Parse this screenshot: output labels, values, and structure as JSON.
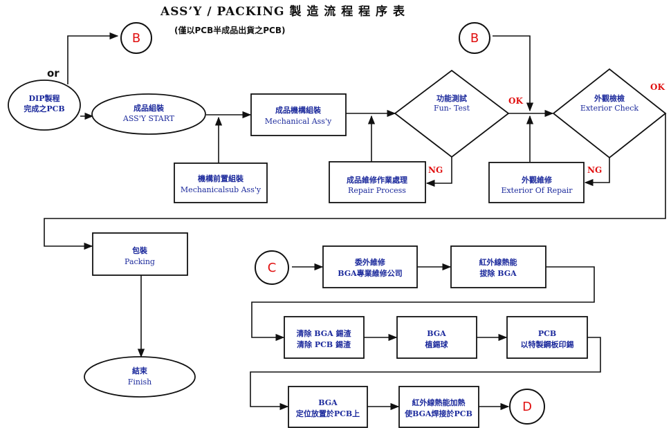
{
  "title": "ASS’Y / PACKING 製 造 流 程 程 序 表",
  "subtitle": "(僅以PCB半成品出貨之PCB)",
  "or_label": "or",
  "connectors": {
    "b_left": "B",
    "b_right": "B",
    "c": "C",
    "d": "D"
  },
  "labels": {
    "ok1": "OK",
    "ok2": "OK",
    "ng1": "NG",
    "ng2": "NG"
  },
  "nodes": {
    "dip": {
      "zh": "DIP製程",
      "zh2": "完成之PCB"
    },
    "start": {
      "zh": "成品組裝",
      "en": "ASS'Y START"
    },
    "mech": {
      "zh": "成品機構組裝",
      "en": "Mechanical Ass'y"
    },
    "mechsub": {
      "zh": "機構前置組裝",
      "en": "Mechanicalsub Ass'y"
    },
    "func": {
      "zh": "功能測試",
      "en": "Fun- Test"
    },
    "repair": {
      "zh": "成品維修作業處理",
      "en": "Repair Process"
    },
    "ext_check": {
      "zh": "外觀檢檢",
      "en": "Exterior Check"
    },
    "ext_repair": {
      "zh": "外觀維修",
      "en": "Exterior Of  Repair"
    },
    "packing": {
      "zh": "包裝",
      "en": "Packing"
    },
    "finish": {
      "zh": "結束",
      "en": "Finish"
    },
    "outsource": {
      "zh": "委外維修",
      "zh2": "BGA專業維修公司"
    },
    "ir_remove": {
      "zh": "紅外線熱能",
      "zh2": "拔除 BGA"
    },
    "clean": {
      "zh": "清除 BGA 錫渣",
      "zh2": "清除 PCB 錫渣"
    },
    "bga_ball": {
      "zh": "BGA",
      "zh2": "植錫球"
    },
    "pcb_print": {
      "zh": "PCB",
      "zh2": "以特製鋼板印錫"
    },
    "bga_place": {
      "zh": "BGA",
      "zh2": "定位放置於PCB上"
    },
    "ir_weld": {
      "zh": "紅外線熱能加熱",
      "zh2": "使BGA焊接於PCB"
    }
  }
}
